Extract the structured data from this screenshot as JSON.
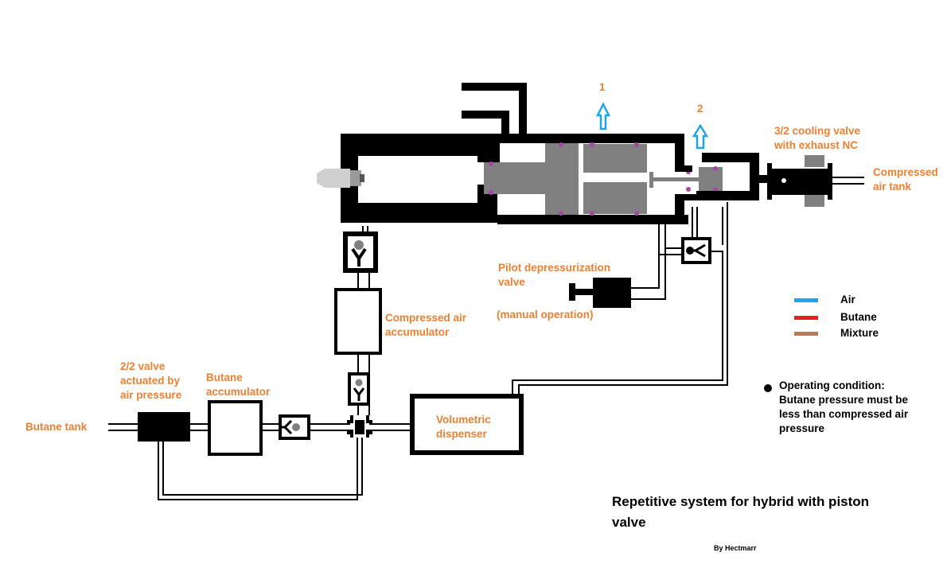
{
  "labels": {
    "outlet_1": "1",
    "outlet_2": "2",
    "cooling_valve": [
      "3/2 cooling valve",
      "with exhaust  NC"
    ],
    "compressed_air_tank": [
      "Compressed",
      "air tank"
    ],
    "pilot_valve": [
      "Pilot depressurization",
      "valve"
    ],
    "manual_operation": "(manual operation)",
    "compressed_air_accumulator": [
      "Compressed air",
      "accumulator"
    ],
    "valve_2_2": [
      "2/2 valve",
      "actuated by",
      "air pressure"
    ],
    "butane_accumulator": [
      "Butane",
      "accumulator"
    ],
    "butane_tank": "Butane tank",
    "volumetric_dispenser": [
      "Volumetric",
      "dispenser"
    ]
  },
  "legend": [
    {
      "label": "Air",
      "color": "#1ea4e8"
    },
    {
      "label": "Butane",
      "color": "#ee1c24"
    },
    {
      "label": "Mixture",
      "color": "#b97a57"
    }
  ],
  "note": [
    "Operating condition:",
    "Butane pressure must be",
    "less than compressed air",
    "pressure"
  ],
  "title": [
    "Repetitive system for hybrid with piston",
    "valve"
  ],
  "author": "By Hectmarr",
  "colors": {
    "label_orange": "#ee8033",
    "piston_gray": "#808080",
    "seal_purple": "#a349a4",
    "arrow_blue": "#1ea4e8"
  }
}
